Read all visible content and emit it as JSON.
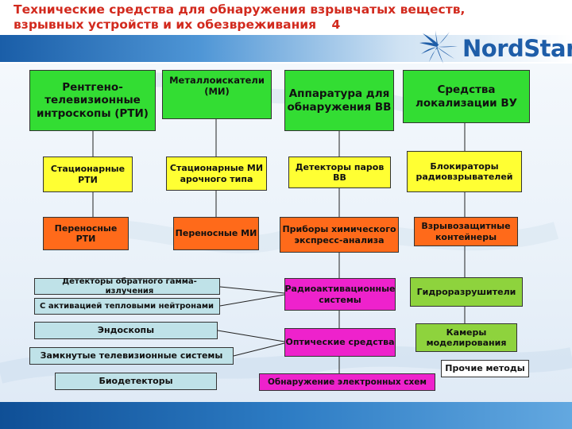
{
  "title": "Технические средства для обнаружения взрывчатых веществ, взрывных устройств и их обезвреживания",
  "page_number": "4",
  "logo": {
    "text": "NordStar",
    "icon": "star-swirl-icon"
  },
  "colors": {
    "category": "#33dd33",
    "level2": "#ffff33",
    "level3": "#ff6a1a",
    "magenta": "#ee22cc",
    "lime": "#8ed33d",
    "teal": "#bfe2e8",
    "title": "#d22a1e",
    "brand": "#1e5da8"
  },
  "columns": [
    {
      "header": "Рентгено-телевизионные интроскопы (РТИ)",
      "level2": "Стационарные РТИ",
      "level3": "Переносные РТИ"
    },
    {
      "header": "Металлоискатели (МИ)",
      "level2": "Стационарные МИ арочного типа",
      "level3": "Переносные МИ"
    },
    {
      "header": "Аппаратура для обнаружения ВВ",
      "level2": "Детекторы паров ВВ",
      "level3": "Приборы химического экспресс-анализа",
      "level4": "Радиоактивационные системы",
      "level5": "Оптические средства",
      "level6": "Обнаружение электронных схем"
    },
    {
      "header": "Средства локализации ВУ",
      "level2": "Блокираторы радиовзрывателей",
      "level3": "Взрывозащитные контейнеры",
      "level4": "Гидроразрушители",
      "level5": "Камеры моделирования"
    }
  ],
  "side_items": [
    "Детекторы обратного гамма-излучения",
    "С активацией тепловыми нейтронами",
    "Эндоскопы",
    "Замкнутые телевизионные системы",
    "Биодетекторы"
  ],
  "other": "Прочие методы"
}
